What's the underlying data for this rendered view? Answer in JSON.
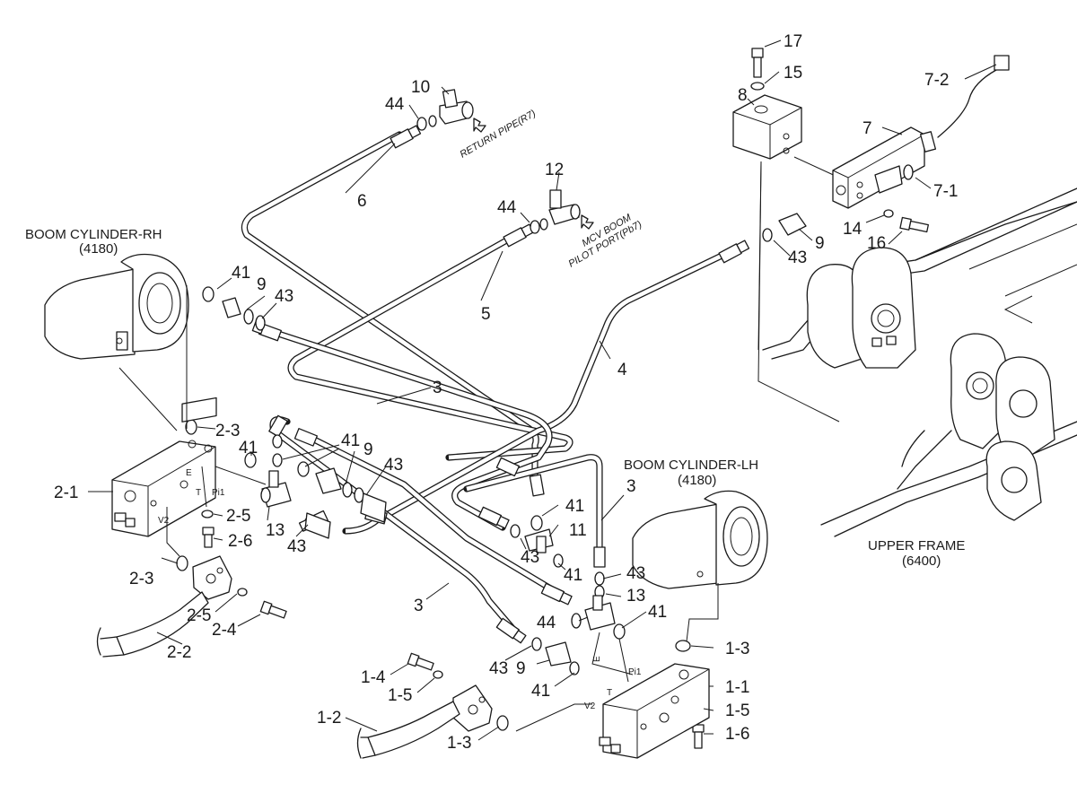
{
  "title_labels": {
    "boom_rh": "BOOM CYLINDER-RH",
    "boom_rh_code": "(4180)",
    "boom_lh": "BOOM CYLINDER-LH",
    "boom_lh_code": "(4180)",
    "upper_frame": "UPPER FRAME",
    "upper_frame_code": "(6400)",
    "return_pipe": "RETURN PIPE(R7)",
    "mcv_line1": "MCV BOOM",
    "mcv_line2": "PILOT PORT(Pb7)"
  },
  "port_labels": {
    "e": "E",
    "t": "T",
    "pi1": "Pi1",
    "v2": "V2"
  },
  "part_numbers": {
    "p17": "17",
    "p15": "15",
    "p7_2": "7-2",
    "p10": "10",
    "p44": "44",
    "p8": "8",
    "p7": "7",
    "p6": "6",
    "p12": "12",
    "p7_1": "7-1",
    "p14": "14",
    "p16": "16",
    "p9": "9",
    "p43": "43",
    "p5": "5",
    "p41": "41",
    "p4": "4",
    "p3": "3",
    "p2_3": "2-3",
    "p2_1": "2-1",
    "p2_5": "2-5",
    "p2_6": "2-6",
    "p13": "13",
    "p11": "11",
    "p2_2": "2-2",
    "p2_4": "2-4",
    "p1_3": "1-3",
    "p1_1": "1-1",
    "p1_4": "1-4",
    "p1_5": "1-5",
    "p1_2": "1-2",
    "p1_6": "1-6"
  }
}
